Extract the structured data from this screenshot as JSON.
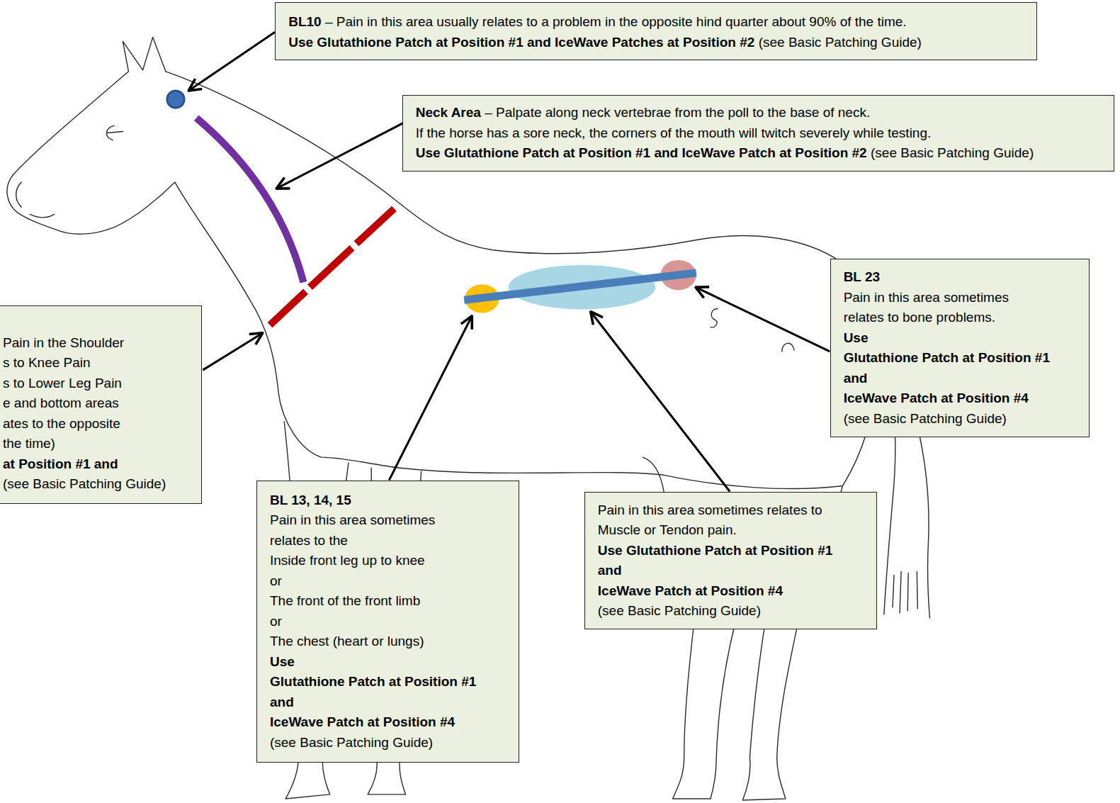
{
  "diagram": {
    "nodes": [
      {
        "text": [
          "BL10",
          "– Pain in this area usually relates to a problem in the opposite hind quarter about 90% of the time.",
          "Use Glutathione Patch at Position #1 and IceWave Patches at Position #2",
          "(see Basic Patching Guide)"
        ]
      },
      {
        "text": [
          "Neck Area",
          "– Palpate along neck vertebrae from the poll to the base of neck.",
          "If the horse has a sore neck, the corners of the mouth will twitch severely while testing.",
          "Use Glutathione Patch at Position #1 and IceWave Patch at Position #2",
          "(see Basic Patching Guide)"
        ]
      },
      {
        "text": [
          "BL 23",
          "Pain in this area sometimes relates to bone problems.",
          "Use",
          "Glutathione Patch at Position #1",
          "and",
          "IceWave Patch at Position #4",
          "(see Basic Patching Guide)"
        ]
      },
      {
        "text": [
          "Pain in the Shoulder",
          "s to Knee Pain",
          "s to Lower Leg Pain",
          "e and bottom areas",
          "ates to the opposite",
          "the time)",
          "at Position #1 and",
          "(see Basic Patching Guide)"
        ]
      },
      {
        "text": [
          "BL 13, 14, 15",
          "Pain in this area sometimes relates to the",
          "Inside front leg up to knee",
          "or",
          "The front of the front limb",
          "or",
          "The chest (heart or lungs)",
          "Use",
          "Glutathione Patch at Position #1",
          "and",
          "IceWave Patch at Position #4",
          "(see Basic Patching Guide)"
        ]
      },
      {
        "text": [
          "Pain in this area sometimes relates to Muscle or Tendon pain.",
          "Use Glutathione Patch at Position #1",
          "and",
          "IceWave Patch at Position #4",
          "(see Basic Patching Guide)"
        ]
      }
    ]
  }
}
